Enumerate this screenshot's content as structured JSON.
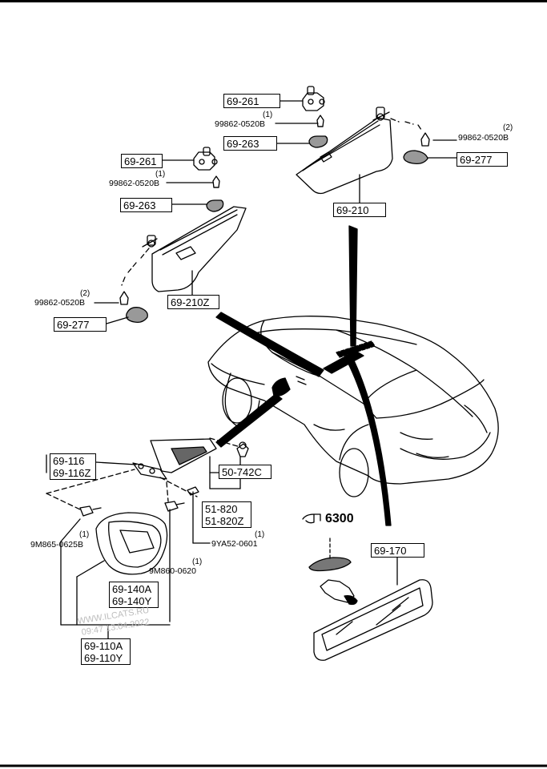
{
  "parts": {
    "sunvisor_right": {
      "holder_box": "69-261",
      "screw_qty": "(1)",
      "screw_code": "99862-0520B",
      "cover_box": "69-263",
      "visor_box": "69-210",
      "clip_screw_qty": "(2)",
      "clip_screw_code": "99862-0520B",
      "clip_box": "69-277"
    },
    "sunvisor_left": {
      "holder_box": "69-261",
      "screw_qty": "(1)",
      "screw_code": "99862-0520B",
      "cover_box": "69-263",
      "visor_box": "69-210Z",
      "clip_screw_qty": "(2)",
      "clip_screw_code": "99862-0520B",
      "clip_box": "69-277"
    },
    "door_mirror": {
      "bracket_box_1": "69-116",
      "bracket_box_2": "69-116Z",
      "garnish_box": "50-742C",
      "seal_box_1": "51-820",
      "seal_box_2": "51-820Z",
      "screw_a_qty": "(1)",
      "screw_a_code": "9M865-0625B",
      "screw_b_qty": "(1)",
      "screw_b_code": "9YA52-0601",
      "screw_c_qty": "(1)",
      "screw_c_code": "9M860-0620",
      "glass_box_1": "69-140A",
      "glass_box_2": "69-140Y",
      "mirror_box_1": "69-110A",
      "mirror_box_2": "69-110Y"
    },
    "inner_mirror": {
      "ref_code": "6300",
      "mirror_box": "69-170"
    }
  },
  "watermark": {
    "line1": "WWW.ILCATS.RU",
    "line2": "09:47 13.04.2022"
  }
}
